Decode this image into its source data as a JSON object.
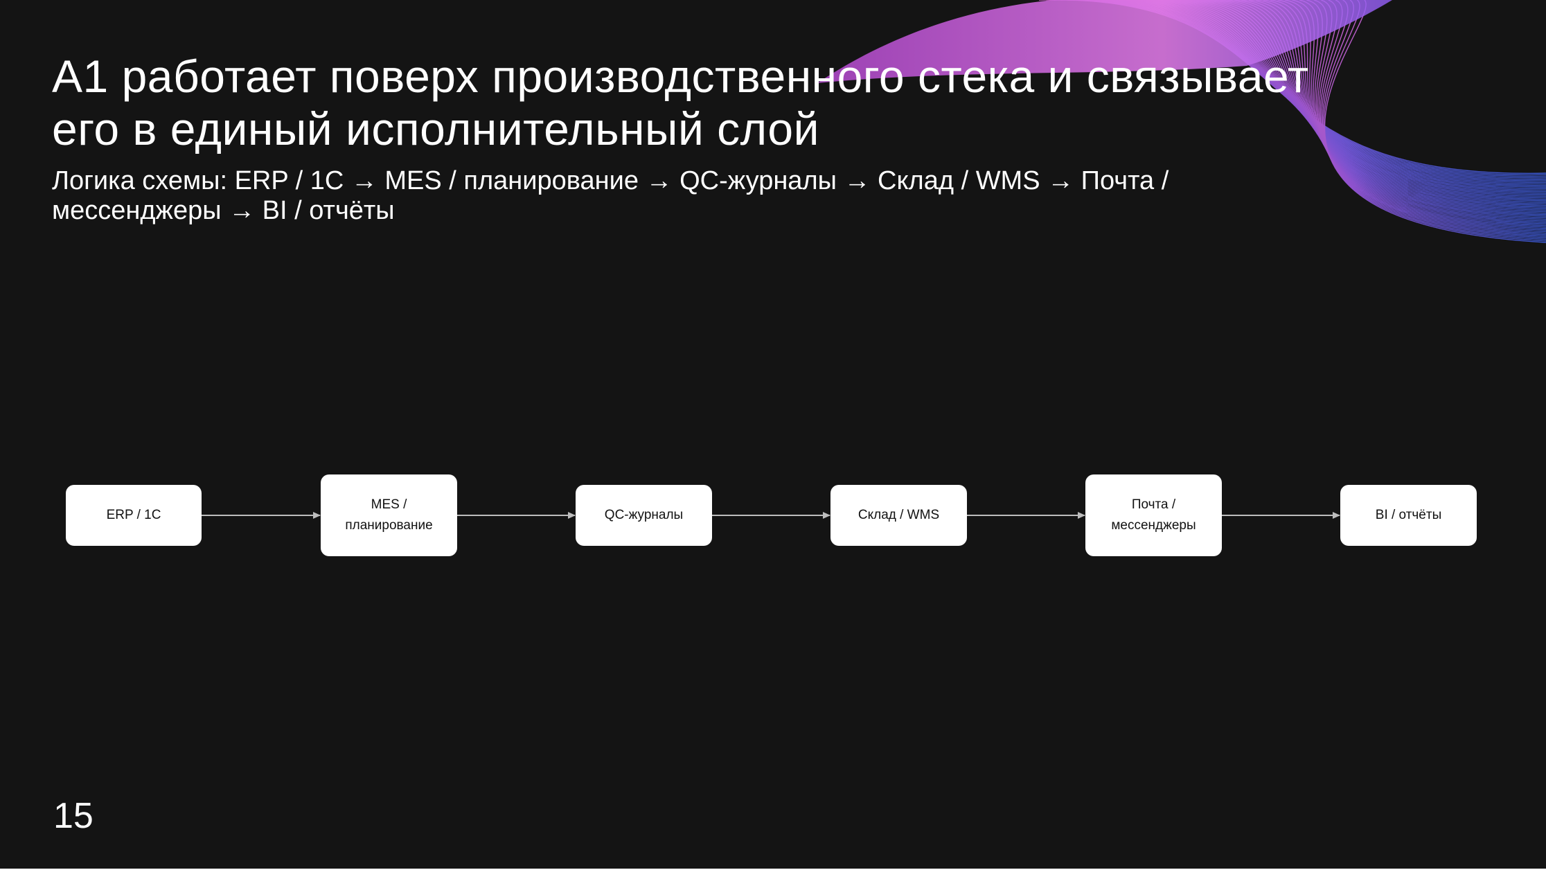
{
  "slide": {
    "title": "A1 работает поверх производственного стека и связывает его в единый исполнительный слой",
    "subtitle": "Логика схемы: ERP / 1C → MES / планирование → QC-журналы → Склад / WMS → Почта / мессенджеры → BI / отчёты",
    "page_number": "15"
  },
  "diagram": {
    "nodes": [
      {
        "id": "erp",
        "label": "ERP / 1C"
      },
      {
        "id": "mes",
        "label": "MES / планирование"
      },
      {
        "id": "qc",
        "label": "QC-журналы"
      },
      {
        "id": "wms",
        "label": "Склад / WMS"
      },
      {
        "id": "mail",
        "label": "Почта / мессенджеры"
      },
      {
        "id": "bi",
        "label": "BI / отчёты"
      }
    ],
    "edges": [
      {
        "from": "erp",
        "to": "mes"
      },
      {
        "from": "mes",
        "to": "qc"
      },
      {
        "from": "qc",
        "to": "wms"
      },
      {
        "from": "wms",
        "to": "mail"
      },
      {
        "from": "mail",
        "to": "bi"
      }
    ]
  },
  "colors": {
    "background": "#141414",
    "node_fill": "#ffffff",
    "node_text": "#111111",
    "connector": "#bdbdbd",
    "ribbon_pink": "#e46ee6",
    "ribbon_purple": "#9a5cf0",
    "ribbon_blue": "#4a63f0"
  }
}
